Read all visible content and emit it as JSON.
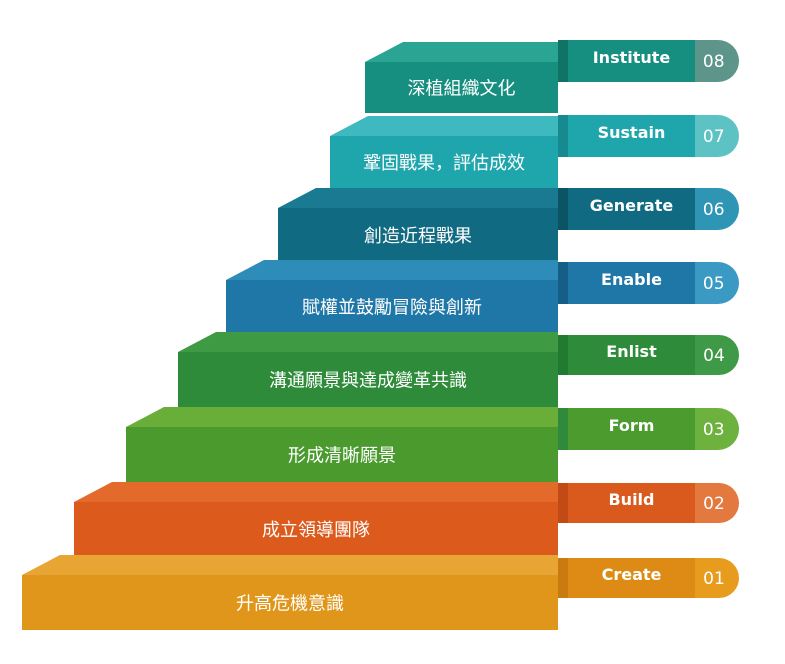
{
  "steps": [
    {
      "num": "01",
      "en": "Create",
      "zh": "升高危機意識",
      "colors": {
        "front": "#E0961A",
        "top": "#E8A534",
        "tag": "#DD8B14",
        "tagDark": "#C97B10",
        "badge": "#E89C1E"
      }
    },
    {
      "num": "02",
      "en": "Build",
      "zh": "成立領導團隊",
      "colors": {
        "front": "#DC5A1C",
        "top": "#E36A2A",
        "tag": "#DA5A1E",
        "tagDark": "#C24A14",
        "badge": "#E4793F"
      }
    },
    {
      "num": "03",
      "en": "Form",
      "zh": "形成清晰願景",
      "colors": {
        "front": "#4A9A2E",
        "top": "#6AAE3A",
        "tag": "#4B9B2F",
        "tagDark": "#2F8A3C",
        "badge": "#6DB23E"
      }
    },
    {
      "num": "04",
      "en": "Enlist",
      "zh": "溝通願景與達成變革共識",
      "colors": {
        "front": "#2E8B3A",
        "top": "#3F9A44",
        "tag": "#2E8B3A",
        "tagDark": "#227A30",
        "badge": "#3E9A46"
      }
    },
    {
      "num": "05",
      "en": "Enable",
      "zh": "賦權並鼓勵冒險與創新",
      "colors": {
        "front": "#1F77A8",
        "top": "#2E8CB8",
        "tag": "#1E77A6",
        "tagDark": "#155E86",
        "badge": "#3A9AC4"
      }
    },
    {
      "num": "06",
      "en": "Generate",
      "zh": "創造近程戰果",
      "colors": {
        "front": "#0F6A82",
        "top": "#1A7A92",
        "tag": "#0F6A82",
        "tagDark": "#0A5466",
        "badge": "#2E95B5"
      }
    },
    {
      "num": "07",
      "en": "Sustain",
      "zh": "鞏固戰果，評估成效",
      "colors": {
        "front": "#1FA6AC",
        "top": "#3EB9BF",
        "tag": "#1FA6AC",
        "tagDark": "#178A8F",
        "badge": "#5CC2C4"
      }
    },
    {
      "num": "08",
      "en": "Institute",
      "zh": "深植組織文化",
      "colors": {
        "front": "#168F80",
        "top": "#2BA593",
        "tag": "#168F80",
        "tagDark": "#0F7366",
        "badge": "#5E958B"
      }
    }
  ]
}
